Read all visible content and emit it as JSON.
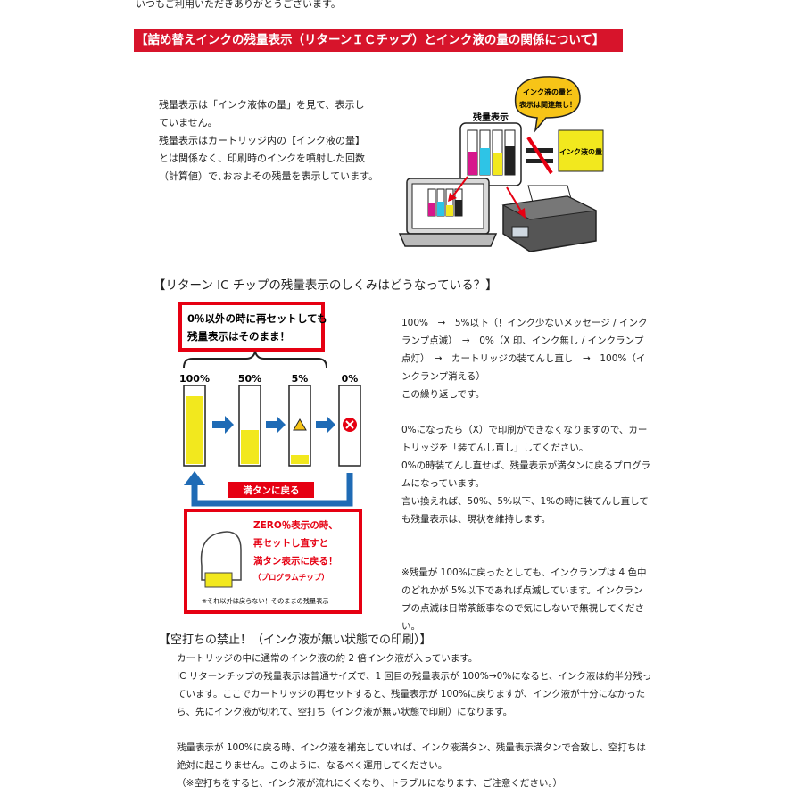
{
  "intro": {
    "text": "いつもご利用いただきありがとうございます。"
  },
  "banner": {
    "title": "【詰め替えインクの残量表示（リターンＩＣチップ）とインク液の量の関係について】"
  },
  "section1": {
    "lines": [
      "残量表示は「インク液体の量」を見て、表示し",
      "ていません。",
      "残量表示はカートリッジ内の【インク液の量】",
      "とは関係なく、印刷時のインクを噴射した回数",
      "（計算値）で､おおよその残量を表示しています。"
    ],
    "illustration": {
      "label_remaining": "残量表示",
      "bubble_line1": "インク液の量と",
      "bubble_line2": "表示は関連無し！",
      "label_ink": "インク液の量"
    }
  },
  "section2": {
    "heading": "【リターン IC チップの残量表示のしくみはどうなっている？】",
    "figure": {
      "top_box_line1": "0％以外の時に再セットしても",
      "top_box_line2": "残量表示はそのまま！",
      "levels": [
        "100%",
        "50%",
        "5%",
        "0%"
      ],
      "full_label": "満タンに戻る",
      "bottom_box_line1": "ZERO％表示の時、",
      "bottom_box_line2": "再セットし直すと",
      "bottom_box_line3": "満タン表示に戻る！",
      "bottom_box_line4": "（プログラムチップ）",
      "bottom_note": "※それ以外は戻らない！そのままの残量表示"
    },
    "flow_lines": [
      "100%　→　5%以下（！インク少ないメッセージ / インク",
      "ランプ点滅）　→　0%（X 印、インク無し / インクランプ",
      "点灯）　→　カートリッジの装てんし直し　→　100%（イ",
      "ンクランプ消える）",
      "この繰り返しです。"
    ],
    "reset_lines": [
      "0%になったら（X）で印刷ができなくなりますので、カー",
      "トリッジを「装てんし直し」してください。",
      "0%の時装てんし直せば、残量表示が満タンに戻るプログラ",
      "ムになっています。",
      "言い換えれば、50%、5%以下、1%の時に装てんし直して",
      "も残量表示は、現状を維持します。"
    ],
    "note_lines": [
      "※残量が 100%に戻ったとしても、インクランプは 4 色中",
      "のどれかが 5%以下であれば点滅しています。インクラン",
      "プの点滅は日常茶飯事なので気にしないで無視してくださ",
      "い。"
    ]
  },
  "section3": {
    "heading": "【空打ちの禁止！（インク液が無い状態での印刷）】",
    "para1_lines": [
      "カートリッジの中に通常のインク液の約 2 倍インク液が入っています。",
      "IC リターンチップの残量表示は普通サイズで、1 回目の残量表示が 100%→0%になると、インク液は約半分残っ",
      "ています。ここでカートリッジの再セットすると、残量表示が 100%に戻りますが、インク液が十分になかった",
      "ら、先にインク液が切れて、空打ち（インク液が無い状態で印刷）になります。"
    ],
    "para2_lines": [
      "残量表示が 100%に戻る時、インク液を補充していれば、インク液満タン、残量表示満タンで合致し、空打ちは",
      "絶対に起こりません。このように、なるべく運用してください。",
      "（※空打ちをすると、インク液が流れにくくなり、トラブルになります、ご注意ください。）"
    ]
  },
  "colors": {
    "banner_red": "#d7142b",
    "frame_red": "#e60012",
    "arrow_blue": "#1f6bb5",
    "ink_yellow": "#f2e81e",
    "ink_cyan": "#2ec4e6",
    "ink_magenta": "#d7178c",
    "bubble_yellow": "#f7c417"
  }
}
